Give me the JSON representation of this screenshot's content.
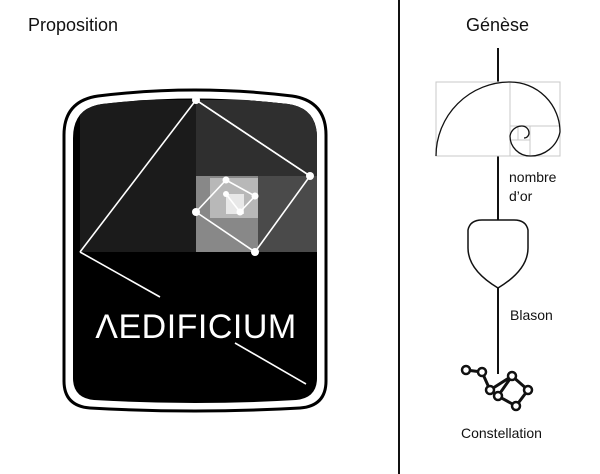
{
  "left_panel": {
    "title": "Proposition",
    "emblem_text": "ΛEDIFICIUM"
  },
  "right_panel": {
    "title": "Génèse",
    "steps": [
      {
        "label_line1": "nombre",
        "label_line2": "d’or",
        "icon": "golden-spiral-icon"
      },
      {
        "label": "Blason",
        "icon": "shield-icon"
      },
      {
        "label": "Constellation",
        "icon": "constellation-icon"
      }
    ]
  },
  "colors": {
    "emblem_dark": "#000000",
    "emblem_square_1": "#1b1b1b",
    "emblem_square_2": "#2f2f2f",
    "emblem_square_3": "#4a4a4a",
    "emblem_square_4": "#888888",
    "emblem_square_5": "#b8b8b8",
    "line": "#111111",
    "spiral_grid": "#c8c8c8"
  }
}
